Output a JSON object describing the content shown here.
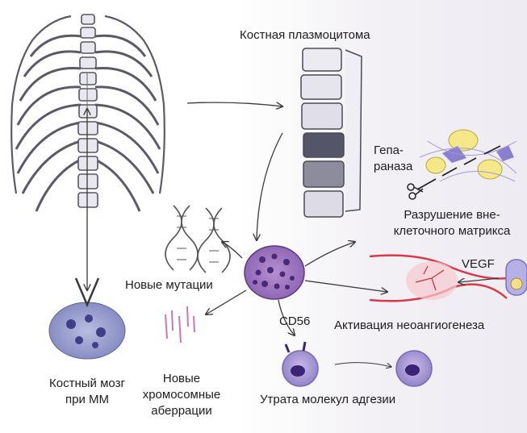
{
  "labels": {
    "plasmacytoma": "Костная плазмоцитома",
    "heparanase_1": "Гепа-",
    "heparanase_2": "раназа",
    "ecm_1": "Разрушение вне-",
    "ecm_2": "клеточного матрикса",
    "vegf": "VEGF",
    "mutations": "Новые мутации",
    "cd56": "CD56",
    "angiogenesis": "Активация неоангиогенеза",
    "bone_marrow_1": "Костный мозг",
    "bone_marrow_2": "при ММ",
    "aberrations_1": "Новые",
    "aberrations_2": "хромосомные",
    "aberrations_3": "аберрации",
    "adhesion": "Утрата молекул адгезии"
  },
  "colors": {
    "line": "#3a3a3a",
    "cell_violet": "#8e7fc2",
    "cell_nucleus": "#3b2475",
    "myeloma_cell": "#7a4fa0",
    "vessel": "#d93a4a",
    "marrow_bg": "#8a8dc0"
  }
}
